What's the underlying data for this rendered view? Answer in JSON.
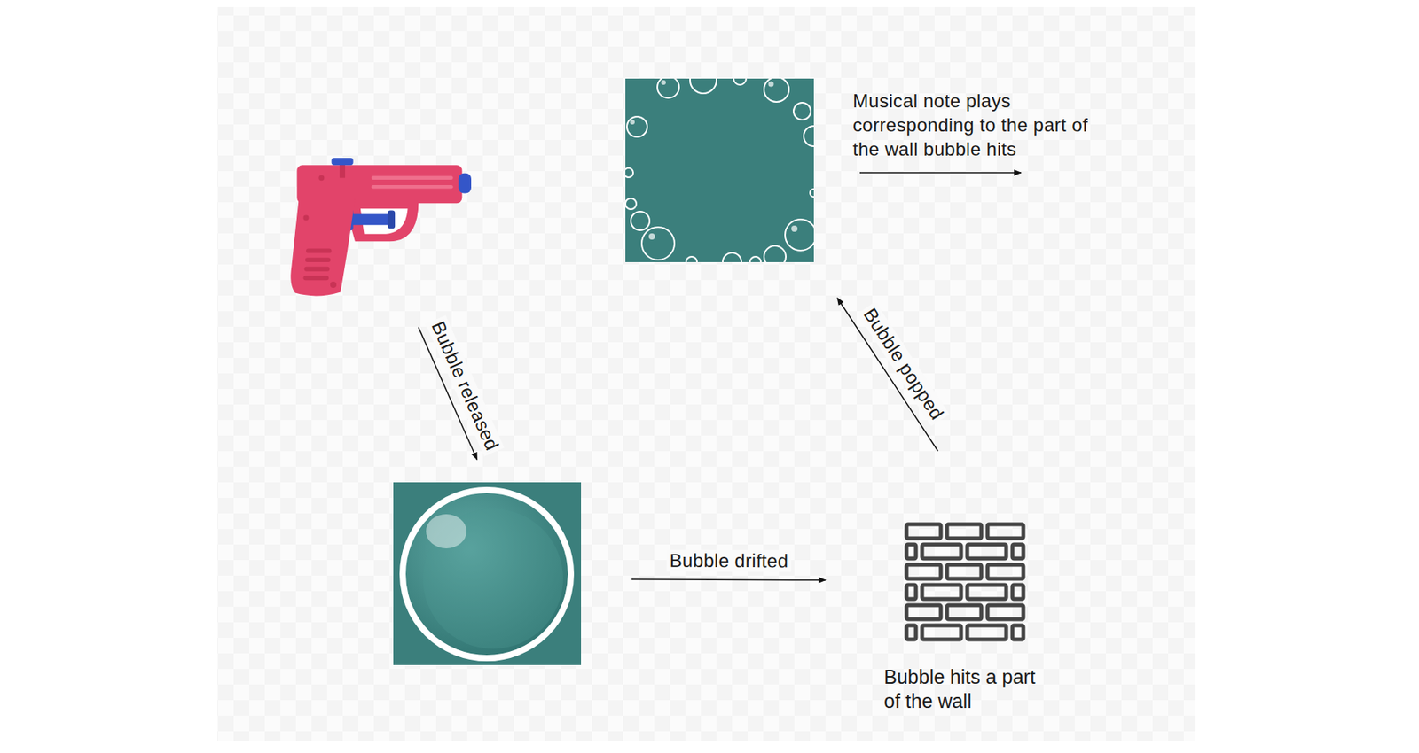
{
  "diagram": {
    "nodes": [
      {
        "text": []
      },
      {
        "text": []
      },
      {
        "text": []
      },
      {
        "text": [
          "Bubble hits a part of the wall"
        ]
      }
    ],
    "edges": [
      {
        "from": 0,
        "to": 2,
        "arrow": "to",
        "label": "Bubble released"
      },
      {
        "from": 2,
        "to": 3,
        "arrow": "to",
        "label": "Bubble drifted"
      },
      {
        "from": 3,
        "to": 1,
        "arrow": "to",
        "label": "Bubble popped"
      }
    ],
    "labels": [
      "Musical note plays corresponding to the part of the wall bubble hits"
    ]
  }
}
